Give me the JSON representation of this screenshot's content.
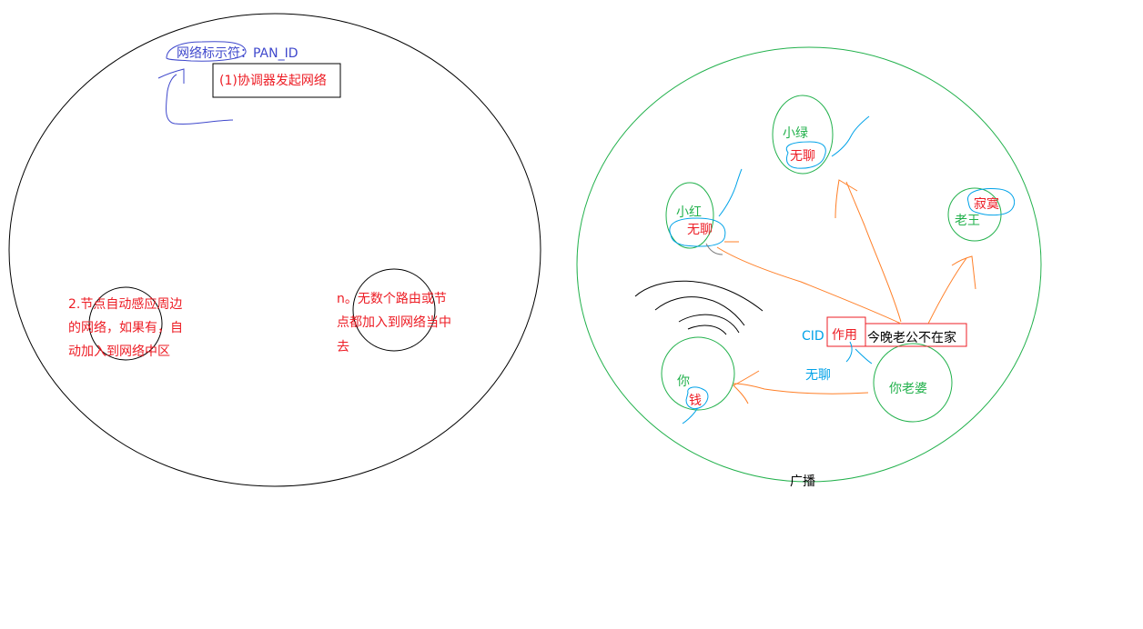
{
  "left_diagram": {
    "net_id_label": "网络标示符：PAN_ID",
    "coordinator_box": "(1)协调器发起网络",
    "node_note_lines": [
      "2.节点自动感应周边",
      "的网络，如果有，自",
      "动加入到网络中区"
    ],
    "router_note_lines": [
      "n。无数个路由或节",
      "点都加入到网络当中",
      "去"
    ]
  },
  "right_diagram": {
    "xiaolv": "小绿",
    "xiaolv_mood": "无聊",
    "xiaohong": "小红",
    "xiaohong_mood": "无聊",
    "laowang": "老王",
    "laowang_mood": "寂寞",
    "you": "你",
    "you_money": "钱",
    "wife": "你老婆",
    "cid": "CID",
    "effect": "作用",
    "message": "今晚老公不在家",
    "wife_mood": "无聊",
    "broadcast": "广播"
  },
  "colors": {
    "black": "#000000",
    "blue": "#3f48cc",
    "red": "#ed1c24",
    "green": "#22b14c",
    "cyan": "#00a2e8",
    "orange": "#ff7f27",
    "gray": "#7f7f7f"
  }
}
